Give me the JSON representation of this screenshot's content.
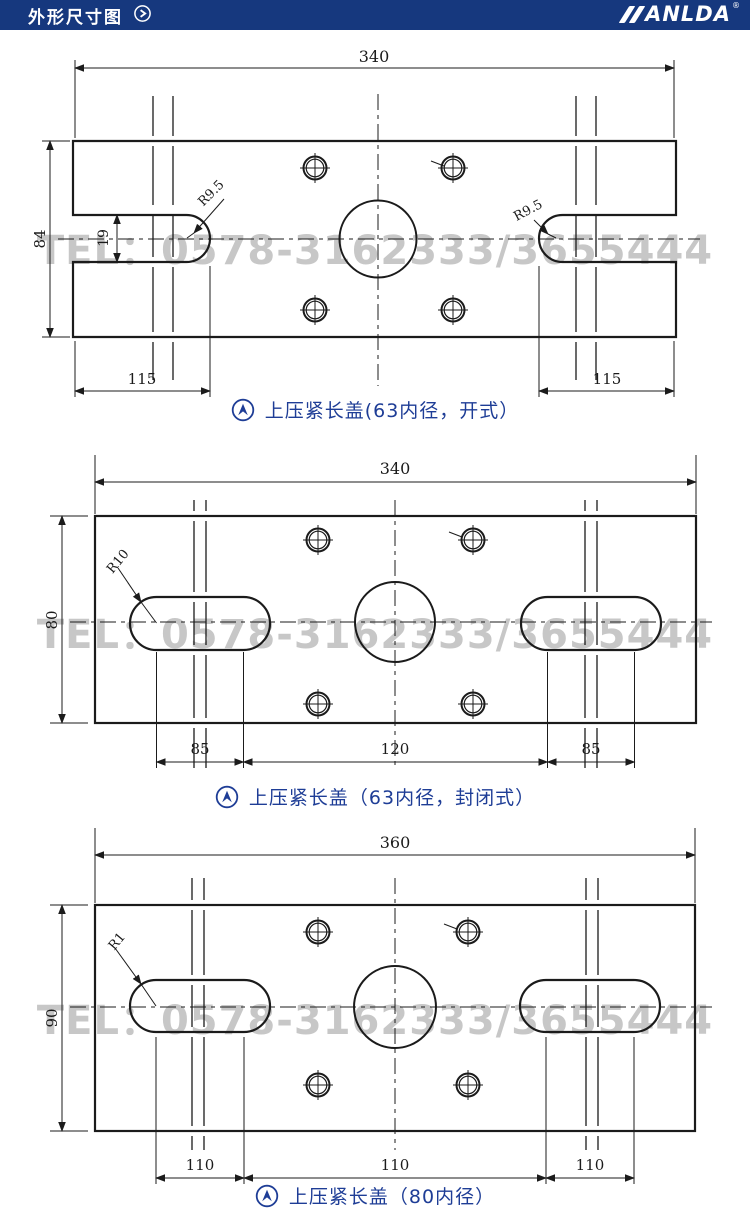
{
  "header": {
    "title": "外形尺寸图",
    "logo_text": "ANLDA",
    "logo_reg": "®"
  },
  "watermark": {
    "text": "TEL：0578-3162333/3655444"
  },
  "colors": {
    "header_bg": "#16387e",
    "caption_blue": "#1e3d96",
    "watermark_gray": "#c7c7c7",
    "line": "#1b1b1b"
  },
  "drawings": [
    {
      "caption": "上压紧长盖(63内径，开式）",
      "width": "340",
      "height": "84",
      "slot_height": "19",
      "offset_left": "115",
      "offset_right": "115",
      "radius_left": "R9.5",
      "radius_right": "R9.5"
    },
    {
      "caption": "上压紧长盖（63内径，封闭式）",
      "width": "340",
      "height": "80",
      "slot_left": "85",
      "span_center": "120",
      "slot_right": "85",
      "radius": "R10"
    },
    {
      "caption": "上压紧长盖（80内径）",
      "width": "360",
      "height": "90",
      "slot_left": "110",
      "span_center": "110",
      "slot_right": "110",
      "radius": "R1"
    }
  ]
}
